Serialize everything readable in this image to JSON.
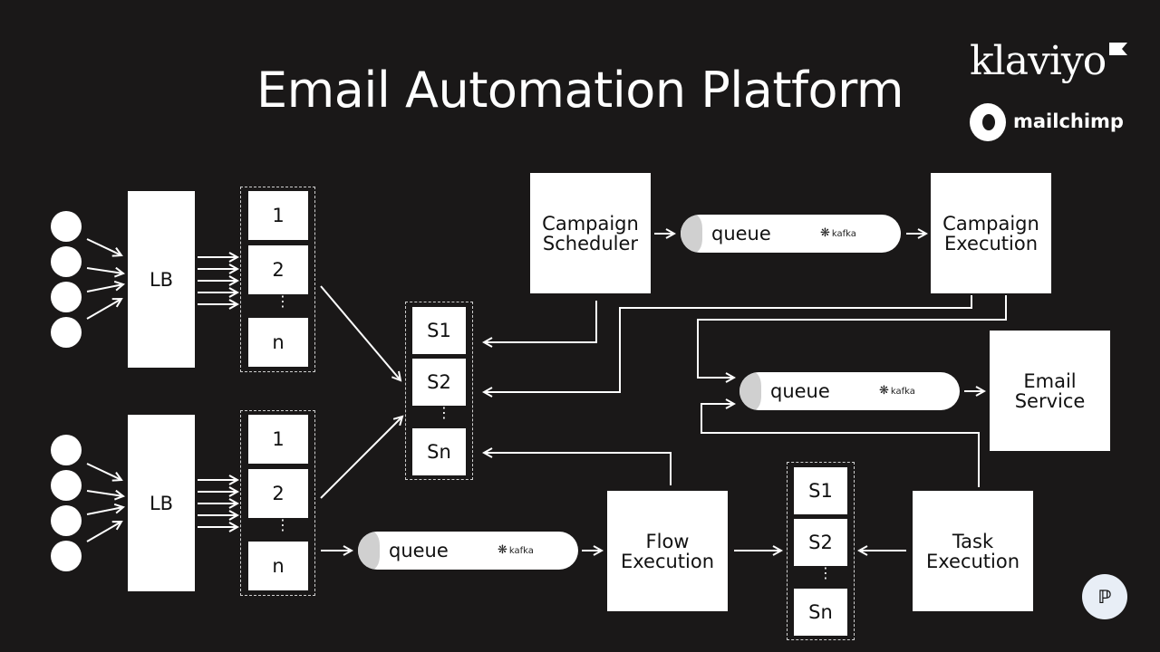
{
  "title": "Email Automation Platform",
  "logos": {
    "klaviyo": "klaviyo",
    "mailchimp": "mailchimp"
  },
  "lb": "LB",
  "server_labels": [
    "1",
    "2",
    "n"
  ],
  "shard_labels": [
    "S1",
    "S2",
    "Sn"
  ],
  "nodes": {
    "campaign_scheduler": "Campaign Scheduler",
    "campaign_execution": "Campaign Execution",
    "email_service": "Email Service",
    "flow_execution": "Flow Execution",
    "task_execution": "Task Execution"
  },
  "queue_label": "queue",
  "kafka_label": "kafka",
  "badge_icon": "p-logo-icon"
}
